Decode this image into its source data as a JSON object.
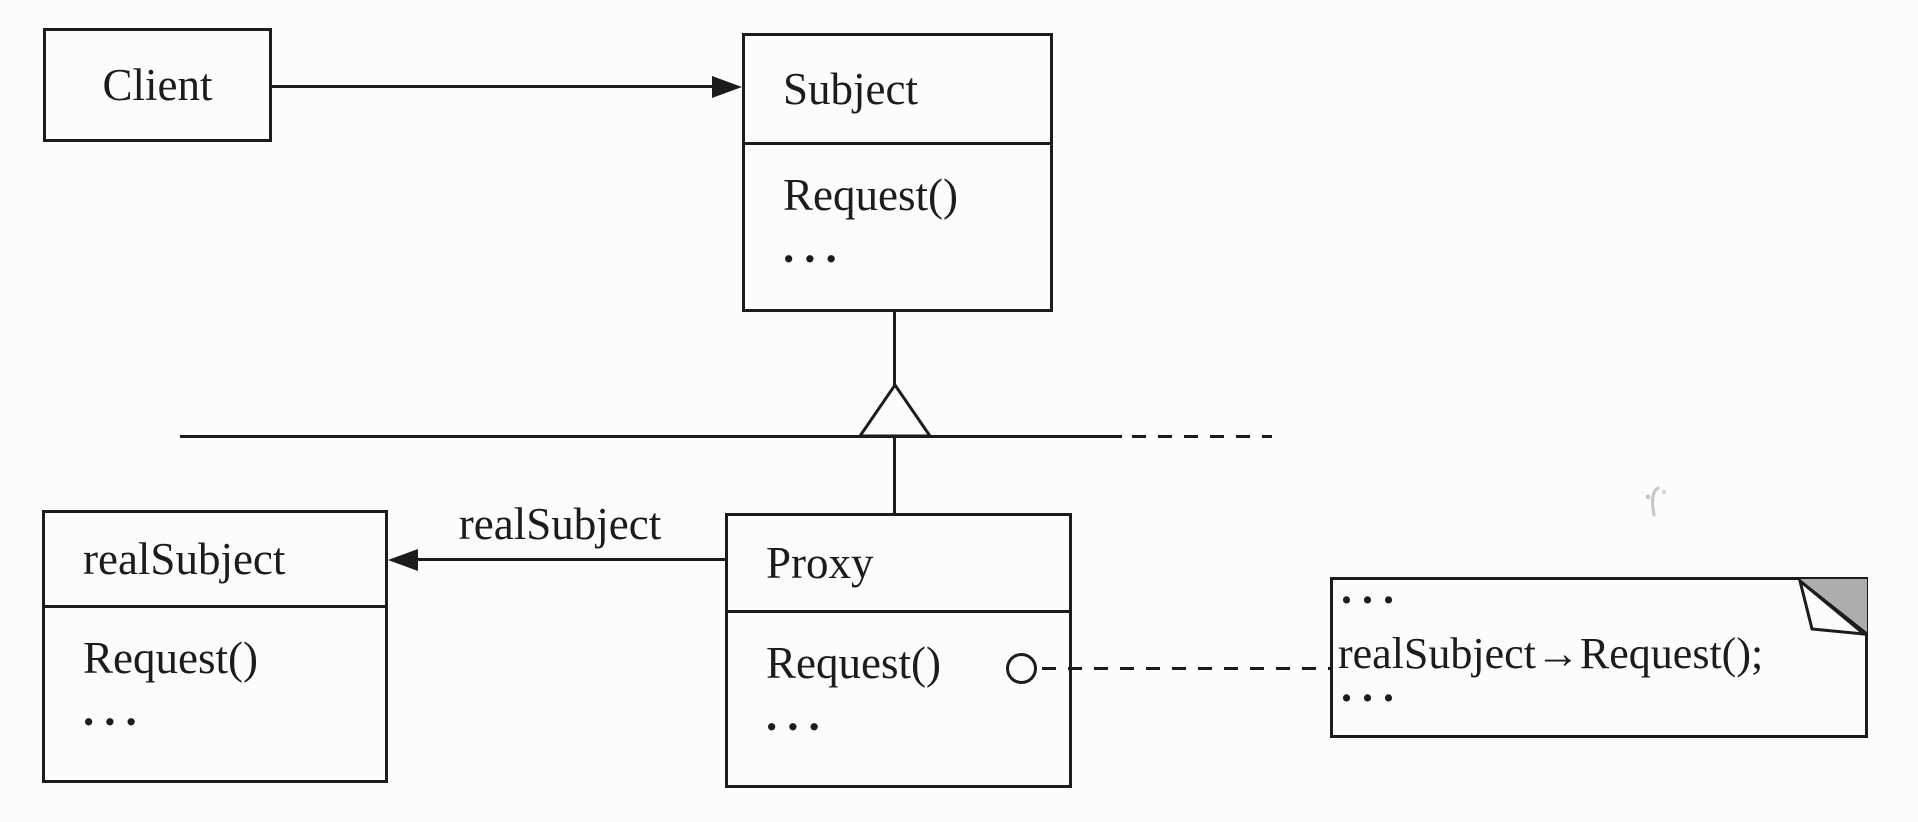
{
  "colors": {
    "ink": "#1c1c1c",
    "paper": "#fcfcfa",
    "fold_gray": "#adadad"
  },
  "classes": {
    "client": {
      "name": "Client"
    },
    "subject": {
      "name": "Subject",
      "methods": [
        "Request()",
        "..."
      ]
    },
    "proxy": {
      "name": "Proxy",
      "methods": [
        "Request()",
        "..."
      ]
    },
    "real_subject": {
      "name": "realSubject",
      "methods": [
        "Request()",
        "..."
      ]
    }
  },
  "relations": {
    "proxy_real_subject_label": "realSubject"
  },
  "note": {
    "lines": [
      "...",
      "realSubject→Request();",
      "..."
    ]
  }
}
